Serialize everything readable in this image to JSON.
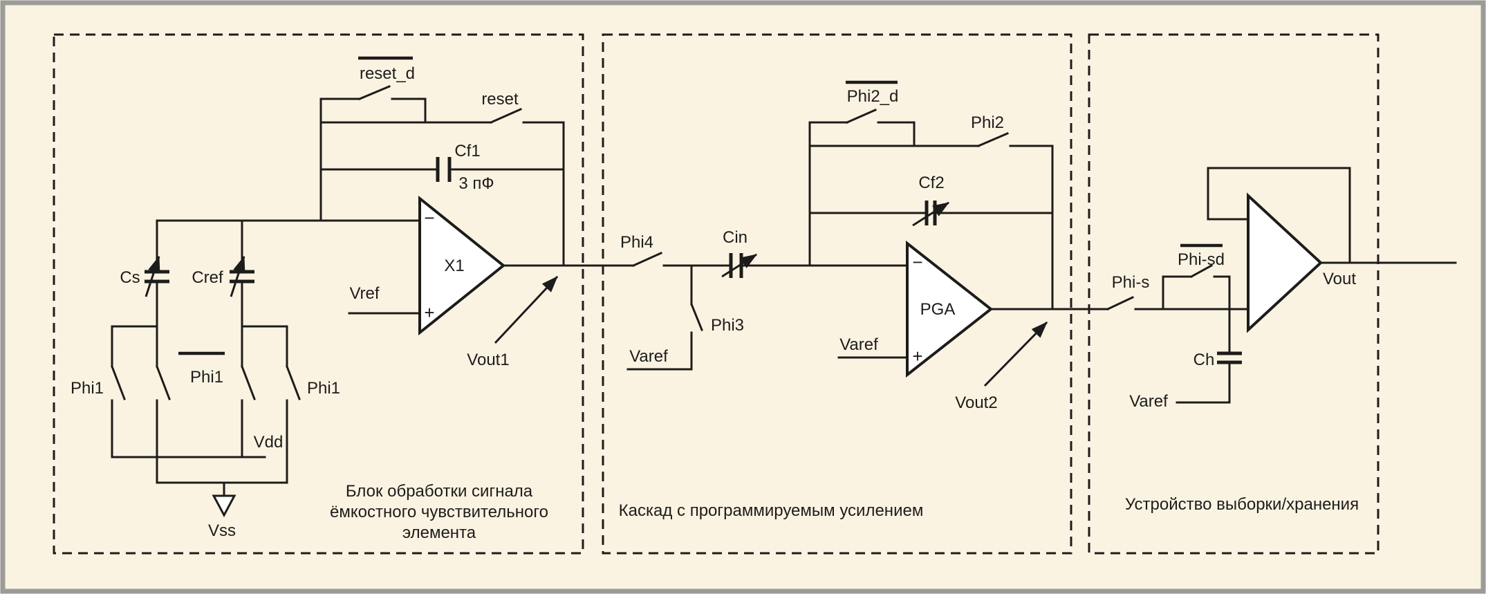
{
  "colors": {
    "background": "#fbf3e2",
    "line": "#1c1c1a",
    "frame": "#9b9b99"
  },
  "block1": {
    "caption_line1": "Блок обработки сигнала",
    "caption_line2": "ёмкостного чувствительного",
    "caption_line3": "элемента",
    "labels": {
      "reset_d": "reset_d",
      "reset": "reset",
      "cf1": "Cf1",
      "cf1_value": "3 пФ",
      "cs": "Cs",
      "cref": "Cref",
      "phi1_left": "Phi1",
      "phi1_mid": "Phi1",
      "phi1_right": "Phi1",
      "vdd": "Vdd",
      "vss": "Vss",
      "vref": "Vref",
      "opamp": "X1",
      "minus": "−",
      "plus": "+",
      "vout1": "Vout1"
    }
  },
  "block2": {
    "caption": "Каскад с программируемым усилением",
    "labels": {
      "phi4": "Phi4",
      "phi3": "Phi3",
      "varef_in": "Varef",
      "cin": "Cin",
      "phi2_d": "Phi2_d",
      "phi2": "Phi2",
      "cf2": "Cf2",
      "opamp": "PGA",
      "minus": "−",
      "plus": "+",
      "varef_plus": "Varef",
      "vout2": "Vout2"
    }
  },
  "block3": {
    "caption": "Устройство выборки/хранения",
    "labels": {
      "phi_s": "Phi-s",
      "phi_sd": "Phi-sd",
      "ch": "Ch",
      "varef": "Varef",
      "vout": "Vout"
    }
  }
}
